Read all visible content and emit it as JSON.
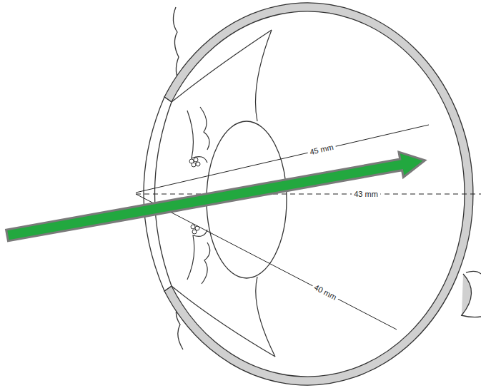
{
  "diagram": {
    "labels": [
      "45 mm",
      "43 mm",
      "40 mm"
    ]
  }
}
